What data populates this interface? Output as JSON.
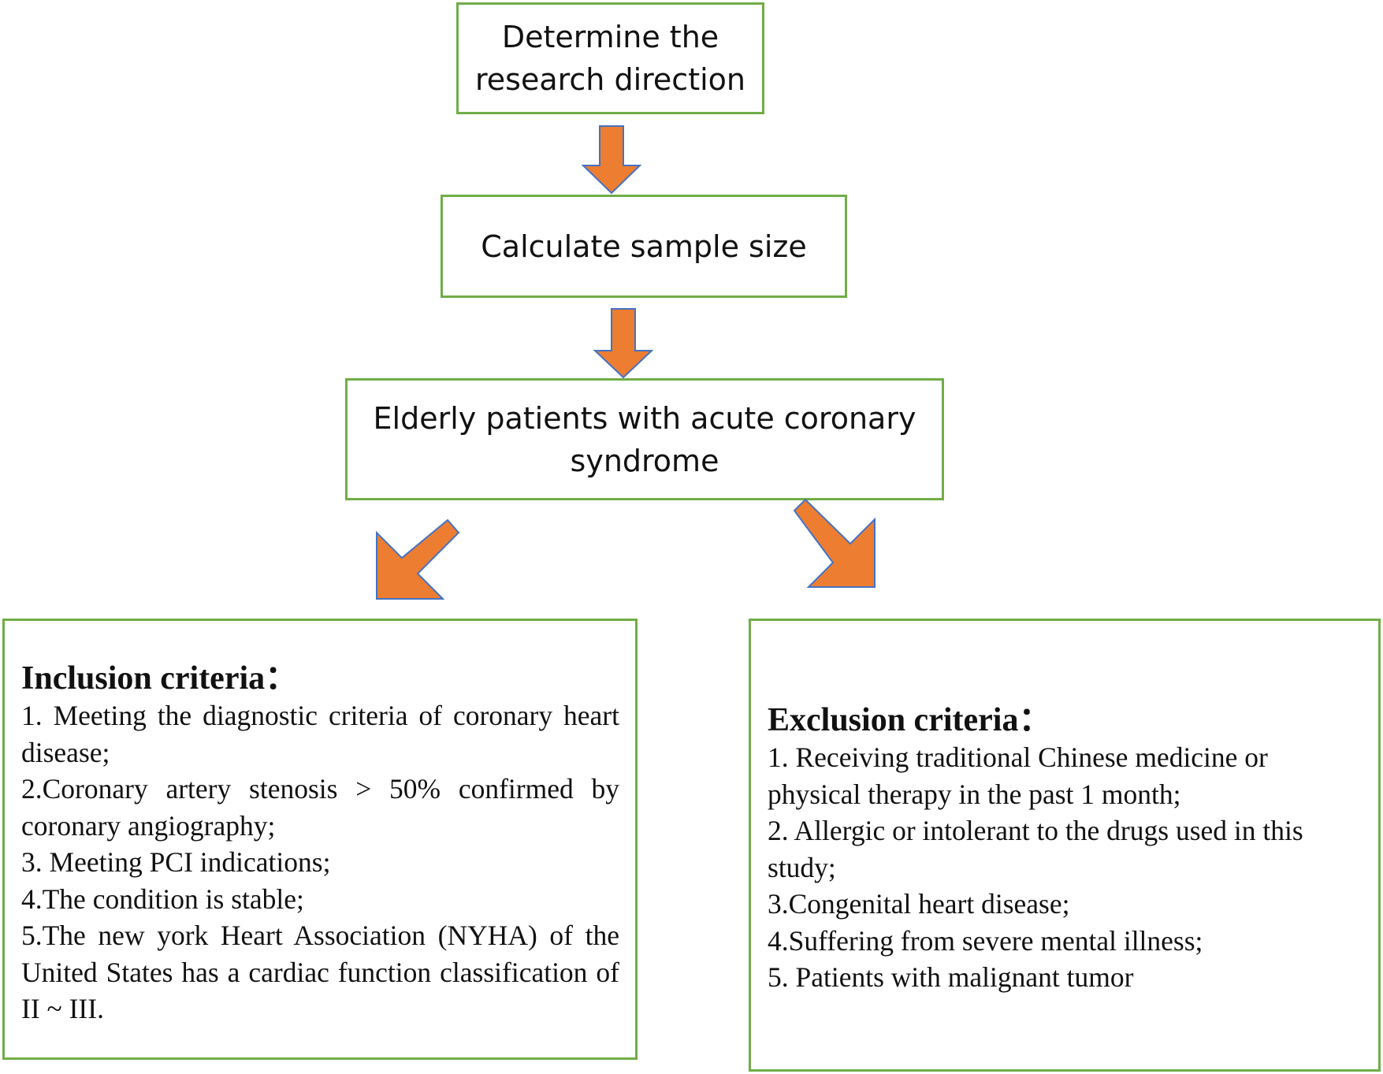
{
  "colors": {
    "box_border": "#70ad47",
    "arrow_fill": "#ed7d31",
    "arrow_stroke": "#4472c4"
  },
  "nodes": {
    "direction": {
      "lines": [
        "Determine the",
        "research direction"
      ]
    },
    "sample": {
      "lines": [
        "Calculate sample size"
      ]
    },
    "patients": {
      "lines": [
        "Elderly patients with acute coronary",
        "syndrome"
      ]
    }
  },
  "inclusion": {
    "title": "Inclusion criteria：",
    "items": [
      "1. Meeting the diagnostic criteria of coronary heart disease;",
      "2.Coronary artery stenosis > 50% confirmed by coronary angiography;",
      "3. Meeting PCI indications;",
      "4.The condition is stable;",
      "5.The new york Heart Association (NYHA) of the United States has a cardiac function classification of II ~ III."
    ]
  },
  "exclusion": {
    "title": "Exclusion criteria：",
    "items": [
      "1. Receiving traditional Chinese medicine or physical therapy in the past 1 month;",
      "2. Allergic or intolerant to the drugs used in this study;",
      "3.Congenital heart disease;",
      "4.Suffering from severe mental illness;",
      "5. Patients with malignant tumor"
    ]
  },
  "arrows": [
    {
      "from": "direction",
      "to": "sample",
      "direction": "down",
      "icon": "arrow-down-icon"
    },
    {
      "from": "sample",
      "to": "patients",
      "direction": "down",
      "icon": "arrow-down-icon"
    },
    {
      "from": "patients",
      "to": "inclusion",
      "direction": "down-left",
      "icon": "arrow-down-left-icon"
    },
    {
      "from": "patients",
      "to": "exclusion",
      "direction": "down-right",
      "icon": "arrow-down-right-icon"
    }
  ]
}
